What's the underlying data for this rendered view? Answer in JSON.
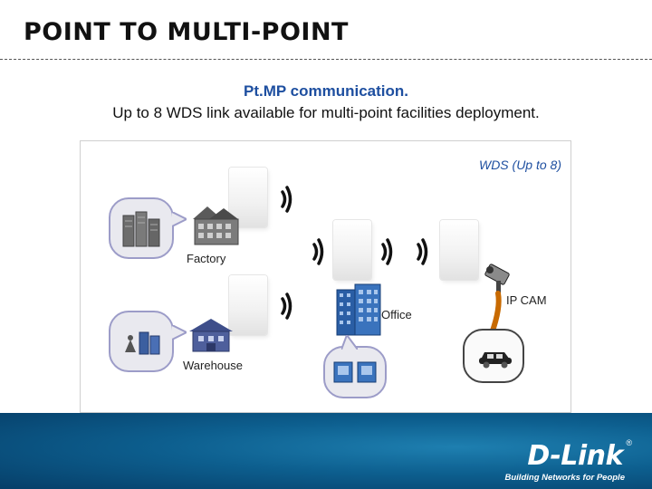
{
  "title": "POINT TO MULTI-POINT",
  "subtitle": {
    "line1": "Pt.MP communication.",
    "line2": "Up to 8 WDS link available for multi-point facilities deployment."
  },
  "diagram": {
    "wds_label": "WDS (Up to 8)",
    "labels": {
      "factory": "Factory",
      "warehouse": "Warehouse",
      "office": "Office",
      "ip_cam": "IP CAM"
    }
  },
  "footer": {
    "brand": "D-Link",
    "registered": "®",
    "tagline": "Building Networks for People"
  },
  "colors": {
    "accent_blue": "#1e4fa0",
    "footer_blue": "#0d5f8f",
    "bubble_border": "#9c9cc8"
  }
}
